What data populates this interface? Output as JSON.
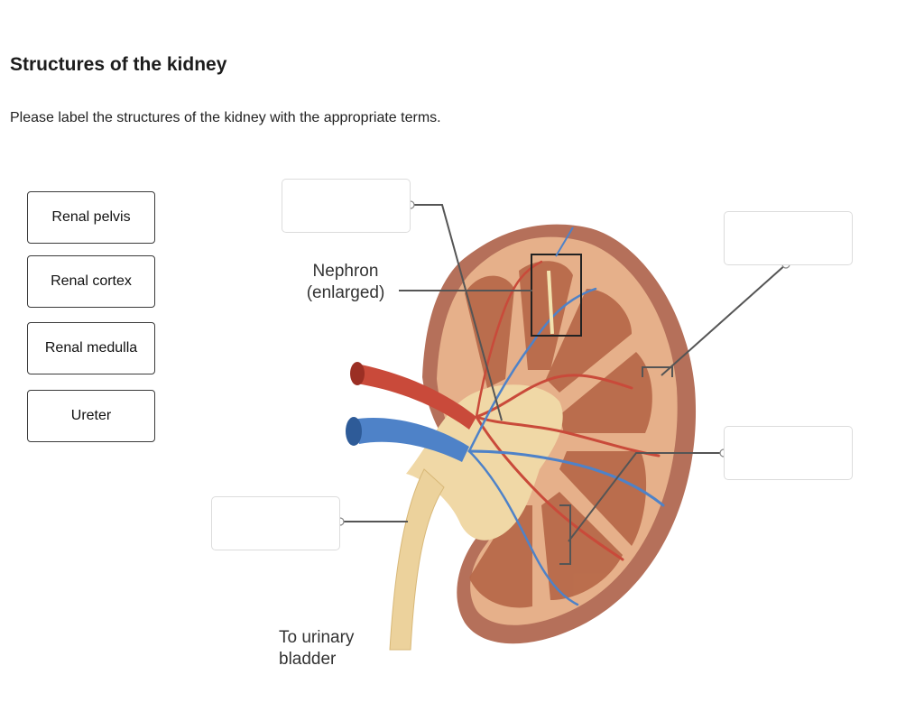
{
  "header": {
    "title": "Structures of the kidney",
    "instructions": "Please label the structures of the kidney with the appropriate terms."
  },
  "terms": [
    {
      "label": "Renal pelvis"
    },
    {
      "label": "Renal cortex"
    },
    {
      "label": "Renal medulla"
    },
    {
      "label": "Ureter"
    }
  ],
  "figure": {
    "nephron_label_line1": "Nephron",
    "nephron_label_line2": "(enlarged)",
    "bladder_label_line1": "To urinary",
    "bladder_label_line2": "bladder"
  },
  "colors": {
    "capsule": "#b5705a",
    "cortex": "#e6b08a",
    "pyramid": "#b86a4a",
    "pelvis": "#f0d8a6",
    "artery": "#c94a3a",
    "vein": "#4e82c8",
    "leader": "#555555"
  }
}
